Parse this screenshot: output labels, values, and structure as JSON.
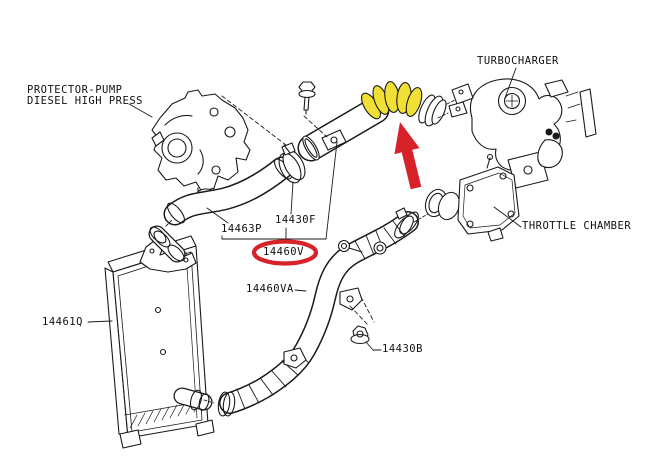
{
  "diagram": {
    "type": "parts-diagram",
    "description": "Turbocharger charge-air piping parts diagram",
    "callouts": {
      "protector_pump_line1": "PROTECTOR-PUMP",
      "protector_pump_line2": "DIESEL HIGH PRESS",
      "turbocharger": "TURBOCHARGER",
      "throttle_chamber": "THROTTLE CHAMBER"
    },
    "part_numbers": {
      "p14463P": "14463P",
      "p14430F": "14430F",
      "p14460V": "14460V",
      "p14460VA": "14460VA",
      "p14461Q": "14461Q",
      "p14430B": "14430B"
    },
    "highlight": {
      "selected_part": "14460V",
      "hose_highlight_color": "#F0DF35",
      "annotation_color": "#D8222A"
    },
    "colors": {
      "line": "#1A1A1A",
      "background": "#FFFFFF"
    }
  }
}
